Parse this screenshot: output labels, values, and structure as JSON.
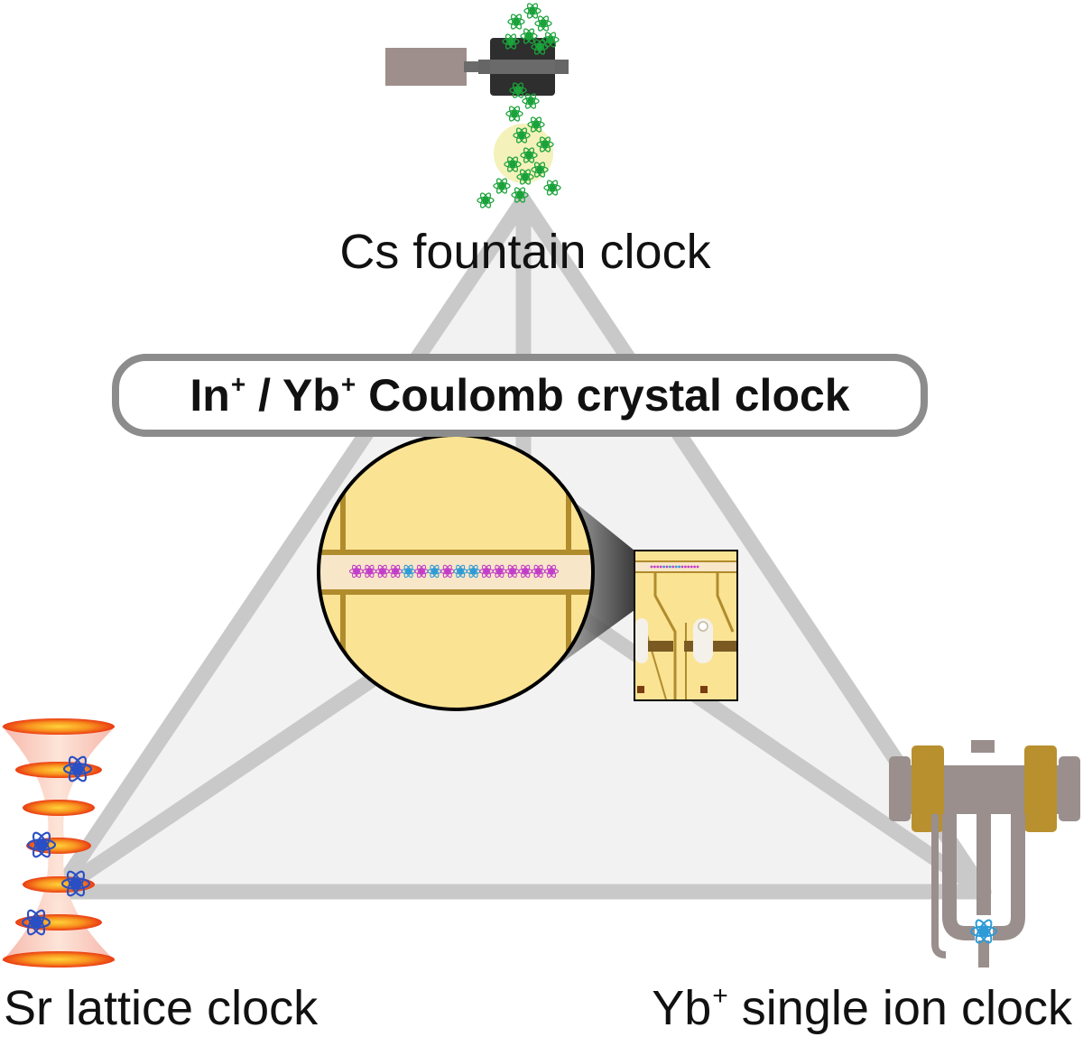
{
  "labels": {
    "cs_fountain": "Cs fountain clock",
    "sr_lattice": "Sr lattice clock",
    "yb_single": {
      "main": "Yb",
      "sup": "+",
      "rest": " single ion clock"
    },
    "coulomb_crystal": {
      "part1": "In",
      "sup1": "+",
      "slash": " / ",
      "part2": "Yb",
      "sup2": "+",
      "rest": " Coulomb crystal clock"
    }
  },
  "colors": {
    "triangle_edge": "#c9c9c9",
    "triangle_fill": "#f2f2f2",
    "box_border": "#8c8c8c",
    "gold_plate": "#fbe394",
    "gold_dark": "#b08c2d",
    "cs_atom": "#1aa33a",
    "sr_atom": "#2a4fc4",
    "yb_atom": "#2e9bd6",
    "in_atom": "#c23ec9",
    "laser_orange": "#f26b1d",
    "trap_gray": "#9a8f8d"
  },
  "icons": [
    "cs-fountain-apparatus",
    "sr-optical-lattice",
    "yb-ion-trap",
    "coulomb-crystal-magnifier"
  ]
}
